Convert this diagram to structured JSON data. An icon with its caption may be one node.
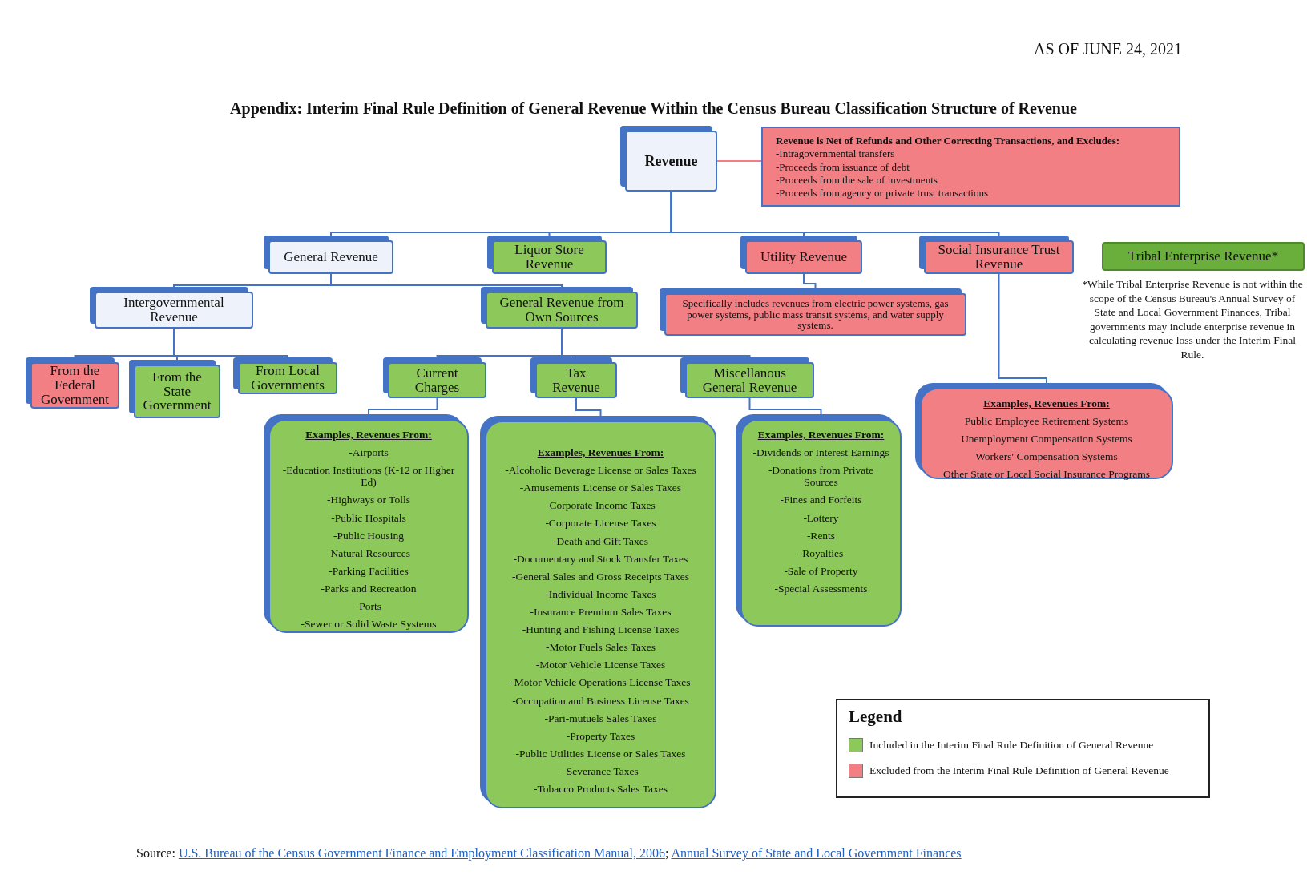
{
  "diagram": {
    "title": "Appendix: Interim Final Rule Definition of General Revenue Within the Census Bureau Classification Structure of Revenue",
    "nodes": [
      {
        "text": [
          "Revenue"
        ]
      },
      {
        "text": [
          "Revenue is Net of Refunds and Other Correcting Transactions, and Excludes:",
          "-Intragovernmental transfers",
          "-Proceeds from issuance of debt",
          "-Proceeds from the sale of investments",
          "-Proceeds from agency or private trust transactions"
        ]
      },
      {
        "text": [
          "General Revenue"
        ]
      },
      {
        "text": [
          "Liquor Store Revenue"
        ]
      },
      {
        "text": [
          "Utility Revenue"
        ]
      },
      {
        "text": [
          "Social Insurance Trust Revenue"
        ]
      },
      {
        "text": [
          "Tribal Enterprise Revenue*"
        ],
        "beside": [
          "*While Tribal Enterprise Revenue is not within the scope of the Census Bureau's Annual Survey of State and Local Government Finances, Tribal governments may include enterprise revenue in calculating revenue loss under the Interim Final Rule."
        ]
      },
      {
        "text": [
          "Intergovernmental Revenue"
        ]
      },
      {
        "text": [
          "General Revenue from Own Sources"
        ]
      },
      {
        "text": [
          "Specifically includes revenues from electric power systems, gas power systems, public mass transit systems, and water supply systems."
        ]
      },
      {
        "text": [
          "From the Federal Government"
        ]
      },
      {
        "text": [
          "From the State Government"
        ]
      },
      {
        "text": [
          "From Local Governments"
        ]
      },
      {
        "text": [
          "Current Charges"
        ]
      },
      {
        "text": [
          "Tax Revenue"
        ]
      },
      {
        "text": [
          "Miscellanous General Revenue"
        ]
      },
      {
        "text": [
          "Examples, Revenues From:",
          "Public Employee Retirement Systems",
          "Unemployment Compensation Systems",
          "Workers' Compensation Systems",
          "Other State or Local Social Insurance Programs"
        ]
      },
      {
        "text": [
          "Examples, Revenues From:",
          "-Airports",
          "-Education Institutions (K-12 or Higher Ed)",
          "-Highways or Tolls",
          "-Public Hospitals",
          "-Public Housing",
          "-Natural Resources",
          "-Parking Facilities",
          "-Parks and Recreation",
          "-Ports",
          "-Sewer or Solid Waste Systems"
        ]
      },
      {
        "text": [
          "Examples, Revenues From:",
          "-Alcoholic Beverage License or Sales Taxes",
          "-Amusements License or Sales Taxes",
          "-Corporate Income Taxes",
          "-Corporate License Taxes",
          "-Death and Gift Taxes",
          "-Documentary and Stock Transfer Taxes",
          "-General Sales and Gross Receipts Taxes",
          "-Individual Income Taxes",
          "-Insurance Premium Sales Taxes",
          "-Hunting and Fishing License Taxes",
          "-Motor Fuels Sales Taxes",
          "-Motor Vehicle License Taxes",
          "-Motor Vehicle Operations License Taxes",
          "-Occupation and Business License Taxes",
          "-Pari-mutuels Sales Taxes",
          "-Property Taxes",
          "-Public Utilities License or Sales Taxes",
          "-Severance Taxes",
          "-Tobacco Products Sales Taxes"
        ]
      },
      {
        "text": [
          "Examples, Revenues From:",
          "-Dividends or Interest Earnings",
          "-Donations from Private Sources",
          "-Fines and Forfeits",
          "-Lottery",
          "-Rents",
          "-Royalties",
          "-Sale of Property",
          "-Special Assessments"
        ]
      }
    ],
    "edges": [
      {
        "from": 0,
        "to": 1,
        "arrow": "none",
        "color": "#f27f84"
      },
      {
        "from": 0,
        "to": 2,
        "arrow": "none"
      },
      {
        "from": 0,
        "to": 3,
        "arrow": "none"
      },
      {
        "from": 0,
        "to": 4,
        "arrow": "none"
      },
      {
        "from": 0,
        "to": 5,
        "arrow": "none"
      },
      {
        "from": 2,
        "to": 7,
        "arrow": "none"
      },
      {
        "from": 2,
        "to": 8,
        "arrow": "none"
      },
      {
        "from": 4,
        "to": 9,
        "arrow": "none"
      },
      {
        "from": 5,
        "to": 16,
        "arrow": "none"
      },
      {
        "from": 7,
        "to": 10,
        "arrow": "none"
      },
      {
        "from": 7,
        "to": 11,
        "arrow": "none"
      },
      {
        "from": 7,
        "to": 12,
        "arrow": "none"
      },
      {
        "from": 8,
        "to": 13,
        "arrow": "none"
      },
      {
        "from": 8,
        "to": 14,
        "arrow": "none"
      },
      {
        "from": 8,
        "to": 15,
        "arrow": "none"
      },
      {
        "from": 13,
        "to": 17,
        "arrow": "none"
      },
      {
        "from": 14,
        "to": 18,
        "arrow": "none"
      },
      {
        "from": 15,
        "to": 19,
        "arrow": "none"
      }
    ],
    "labels": [
      "AS OF JUNE 24, 2021",
      "Legend",
      "Source:",
      "U.S. Bureau of the Census Government Finance and Employment Classification Manual, 2006",
      ";",
      "Annual Survey of State and Local Government Finances"
    ],
    "legend": [
      {
        "text": "Included in the Interim Final Rule Definition of General Revenue",
        "color": "#8dc85a"
      },
      {
        "text": "Excluded from the Interim Final Rule Definition of General Revenue",
        "color": "#f27f84"
      }
    ]
  }
}
